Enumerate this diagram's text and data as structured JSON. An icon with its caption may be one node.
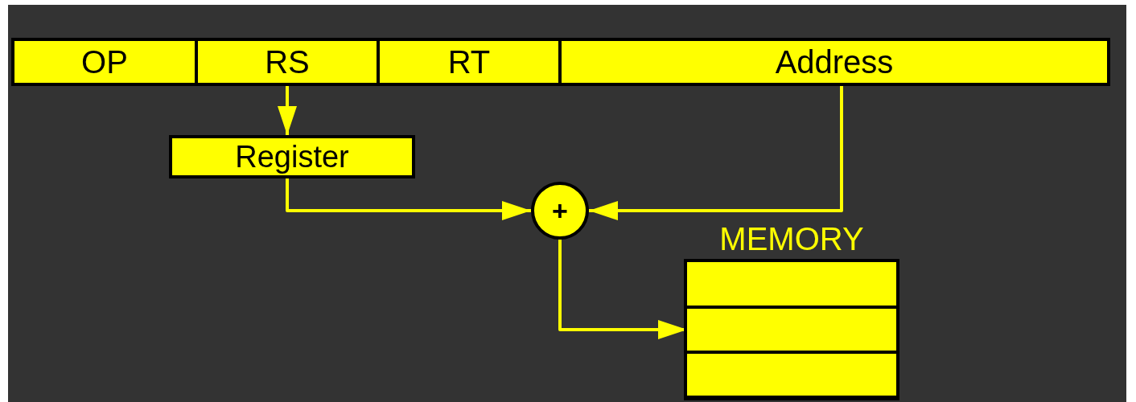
{
  "diagram": {
    "nodes": [
      {
        "text": [
          "OP"
        ]
      },
      {
        "text": [
          "RS"
        ]
      },
      {
        "text": [
          "RT"
        ]
      },
      {
        "text": [
          "Address"
        ]
      },
      {
        "text": [
          "Register"
        ]
      },
      {
        "text": [
          "+"
        ]
      },
      {
        "text": [
          "MEMORY"
        ]
      },
      {
        "text": [],
        "shape": "box",
        "in": 6
      },
      {
        "text": [],
        "shape": "box",
        "in": 6
      },
      {
        "text": [],
        "shape": "box",
        "in": 6
      }
    ],
    "edges": [
      {
        "from": 1,
        "to": 4,
        "arrow": "to"
      },
      {
        "from": 4,
        "to": 5,
        "arrow": "to"
      },
      {
        "from": 3,
        "to": 5,
        "arrow": "to"
      },
      {
        "from": 5,
        "to": 8,
        "arrow": "to"
      }
    ]
  }
}
